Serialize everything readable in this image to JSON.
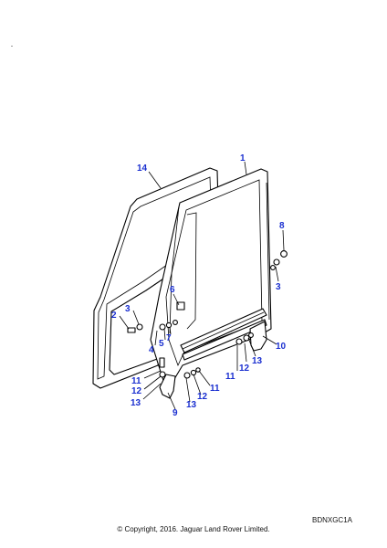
{
  "diagram": {
    "callouts": [
      {
        "label": "14"
      },
      {
        "label": "1"
      },
      {
        "label": "8"
      },
      {
        "label": "3"
      },
      {
        "label": "6"
      },
      {
        "label": "3"
      },
      {
        "label": "2"
      },
      {
        "label": "5"
      },
      {
        "label": "7"
      },
      {
        "label": "4"
      },
      {
        "label": "10"
      },
      {
        "label": "12"
      },
      {
        "label": "13"
      },
      {
        "label": "11"
      },
      {
        "label": "11"
      },
      {
        "label": "12"
      },
      {
        "label": "13"
      },
      {
        "label": "11"
      },
      {
        "label": "12"
      },
      {
        "label": "13"
      },
      {
        "label": "9"
      }
    ],
    "callout_color": "#1a2fd0"
  },
  "footer": {
    "reference_code": "BDNXGC1A",
    "copyright": "© Copyright, 2016. Jaguar Land Rover Limited."
  }
}
